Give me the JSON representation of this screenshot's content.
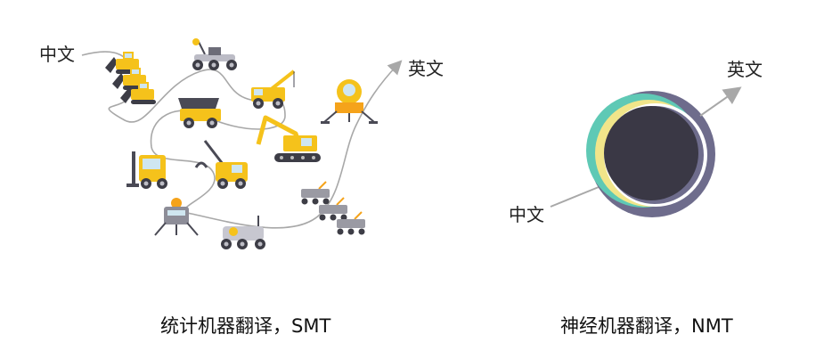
{
  "smt": {
    "source_label": "中文",
    "target_label": "英文",
    "caption": "统计机器翻译，SMT",
    "colors": {
      "yellow": "#f5c21b",
      "dark": "#4a4a55",
      "gray": "#9a9aa3",
      "path": "#a8a8a8"
    },
    "icons": [
      "bulldozer-icon",
      "lunar-rover-icon",
      "crane-truck-icon",
      "lunar-lander-icon",
      "dump-truck-icon",
      "excavator-icon",
      "forklift-icon",
      "grabber-truck-icon",
      "robot-lander-icon",
      "rover-icon",
      "mars-rover-icon"
    ]
  },
  "nmt": {
    "source_label": "中文",
    "target_label": "英文",
    "caption": "神经机器翻译，NMT",
    "colors": {
      "core": "#3a3845",
      "ring_outer": "#6e6c8c",
      "ring_yellow": "#f1e58a",
      "ring_teal": "#5fc9b5",
      "arrow": "#a8a8a8"
    }
  }
}
